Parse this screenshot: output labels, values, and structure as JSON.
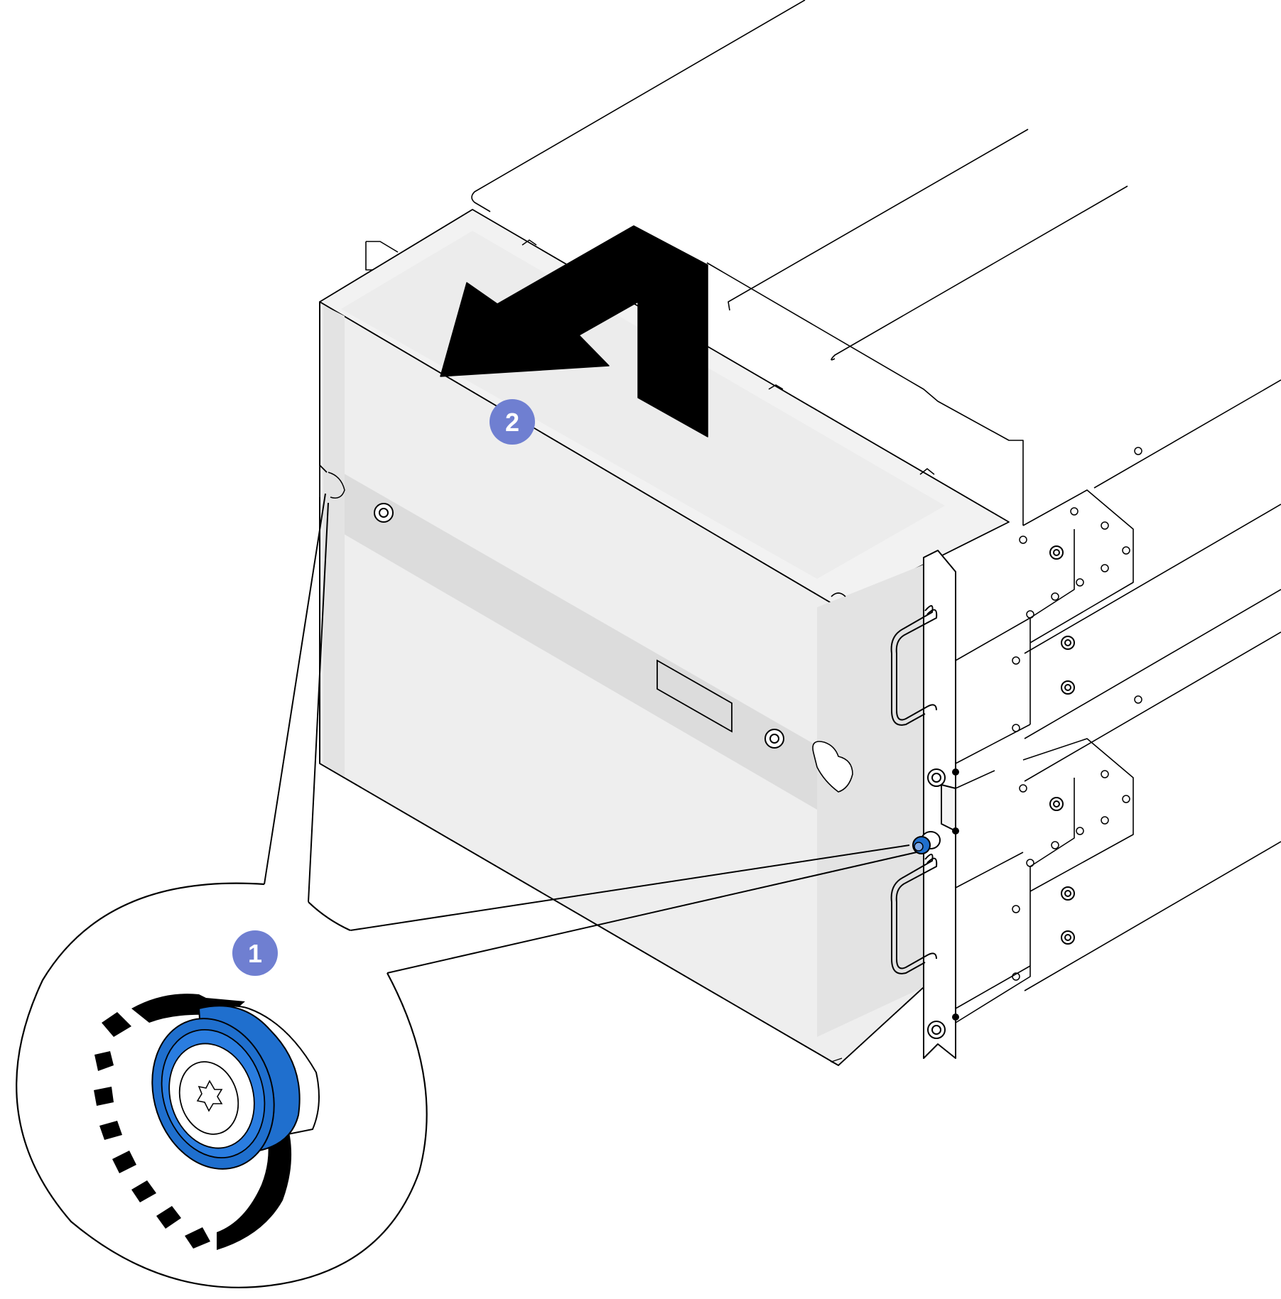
{
  "diagram": {
    "steps": [
      {
        "number": "1",
        "action": "loosen-thumbscrew"
      },
      {
        "number": "2",
        "action": "slide-out-module"
      }
    ],
    "colors": {
      "callout_fill": "#6f7fd1",
      "callout_text": "#ffffff",
      "thumbscrew_blue": "#1f6fce",
      "module_face": "#eeeeee",
      "module_band": "#dcdcdc",
      "arrow": "#000000",
      "line": "#000000",
      "background": "#ffffff"
    },
    "icons": [
      "curved-rotation-arrow-icon",
      "direction-arrow-icon",
      "thumbscrew-icon"
    ]
  }
}
